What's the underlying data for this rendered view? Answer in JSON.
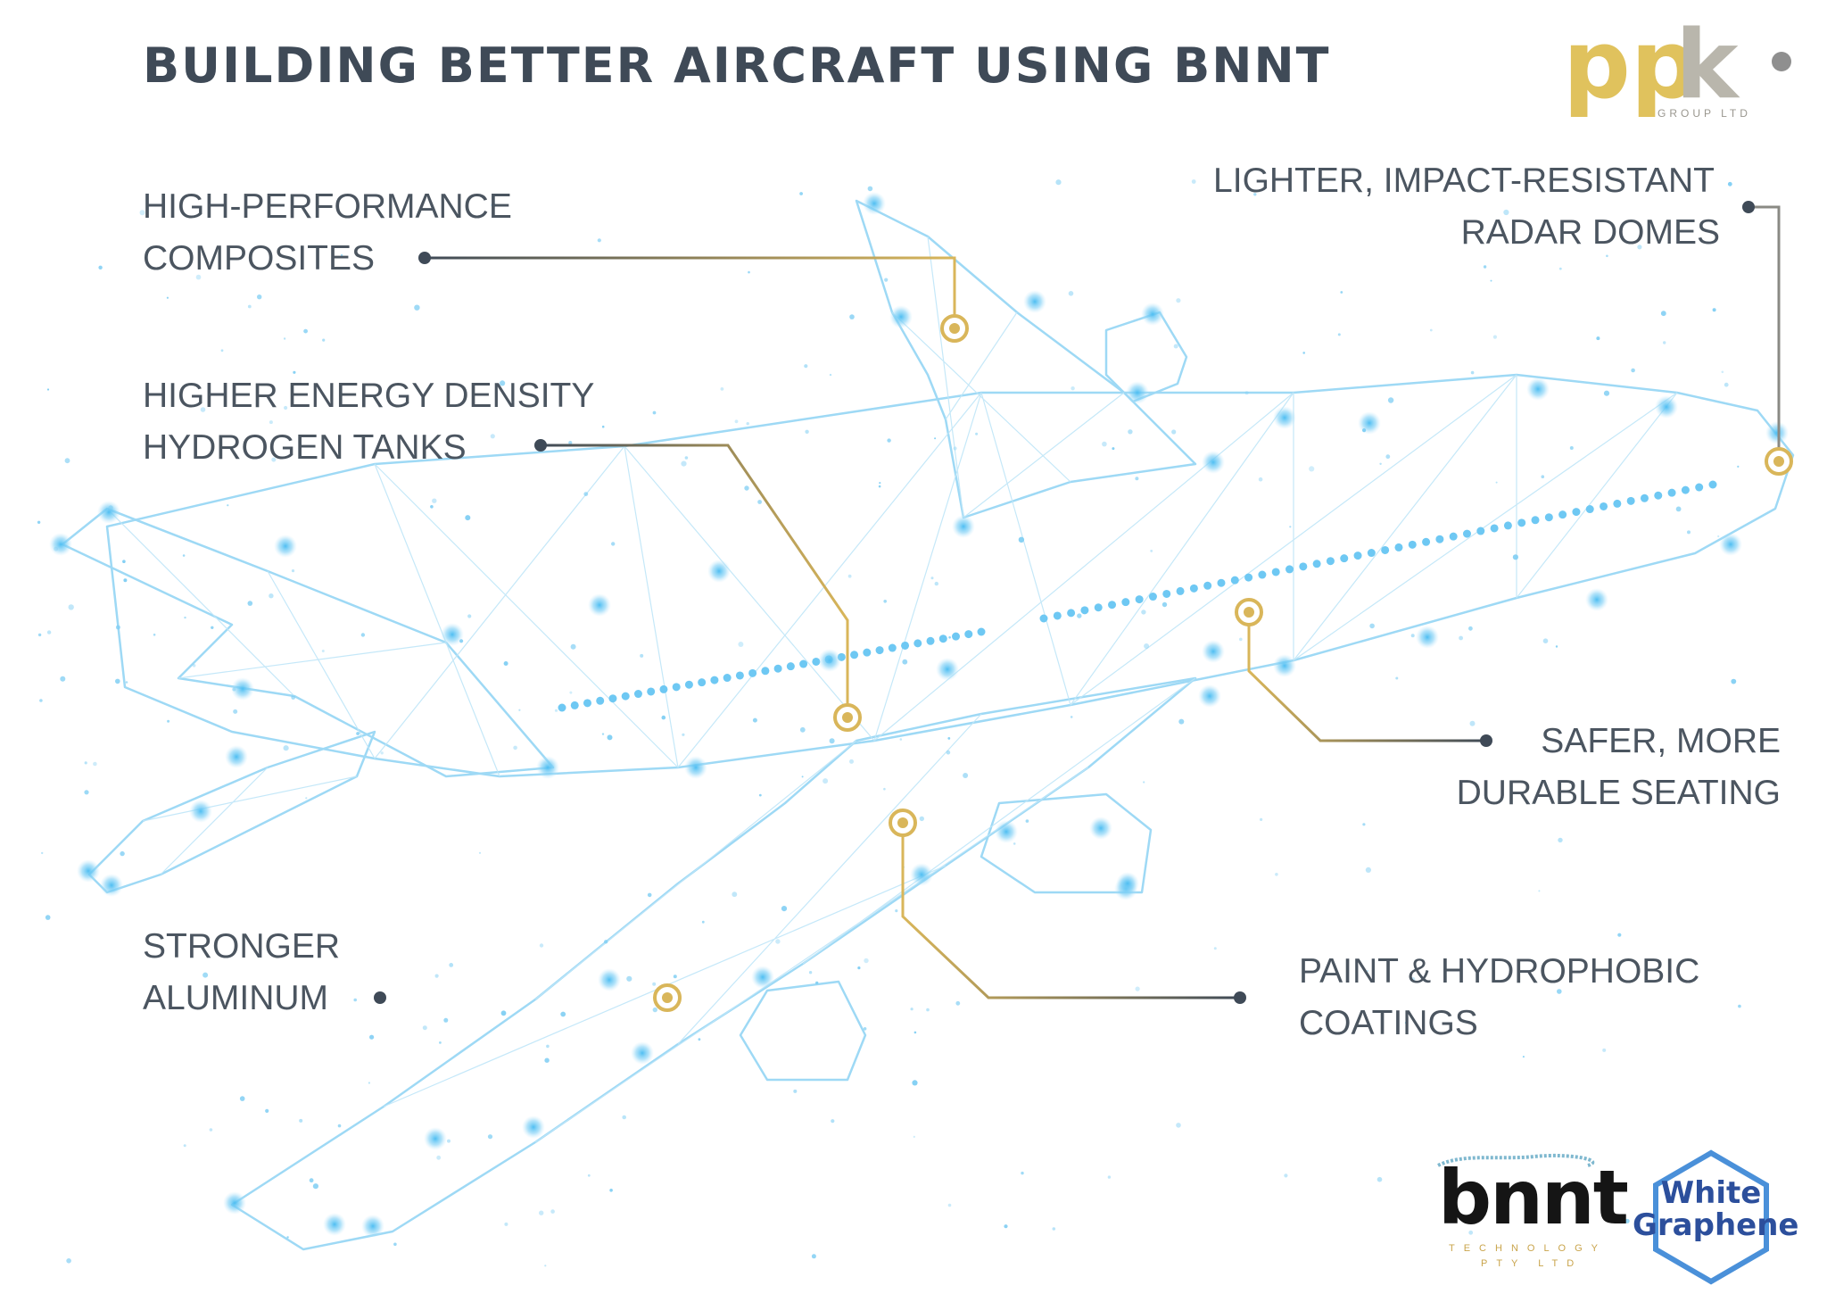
{
  "title": "BUILDING BETTER AIRCRAFT USING BNNT",
  "logos": {
    "ppk": {
      "mark_p": "pp",
      "mark_k": "k",
      "tagline": "GROUP LTD"
    },
    "bnnt": {
      "word": "bnnt",
      "line1": "TECHNOLOGY",
      "line2": "PTY LTD"
    },
    "white_graphene": {
      "line1": "White",
      "line2": "Graphene"
    }
  },
  "callouts": {
    "composites": {
      "line1": "HIGH-PERFORMANCE",
      "line2": "COMPOSITES"
    },
    "hydrogen": {
      "line1": "HIGHER ENERGY DENSITY",
      "line2": "HYDROGEN TANKS"
    },
    "aluminum": {
      "line1": "STRONGER",
      "line2": "ALUMINUM"
    },
    "radar": {
      "line1": "LIGHTER, IMPACT-RESISTANT",
      "line2": "RADAR DOMES"
    },
    "seating": {
      "line1": "SAFER, MORE",
      "line2": "DURABLE SEATING"
    },
    "coatings": {
      "line1": "PAINT & HYDROPHOBIC",
      "line2": "COATINGS"
    }
  },
  "colors": {
    "title": "#3f4a57",
    "label": "#4b5560",
    "leader_gold": "#d9b65a",
    "leader_dark": "#3f4a57",
    "mesh": "#8fd3f4",
    "glow": "#5ec3f2",
    "ppk_gold": "#e0c25d",
    "bnnt_black": "#151515",
    "wg_blue": "#2c4f9c"
  }
}
